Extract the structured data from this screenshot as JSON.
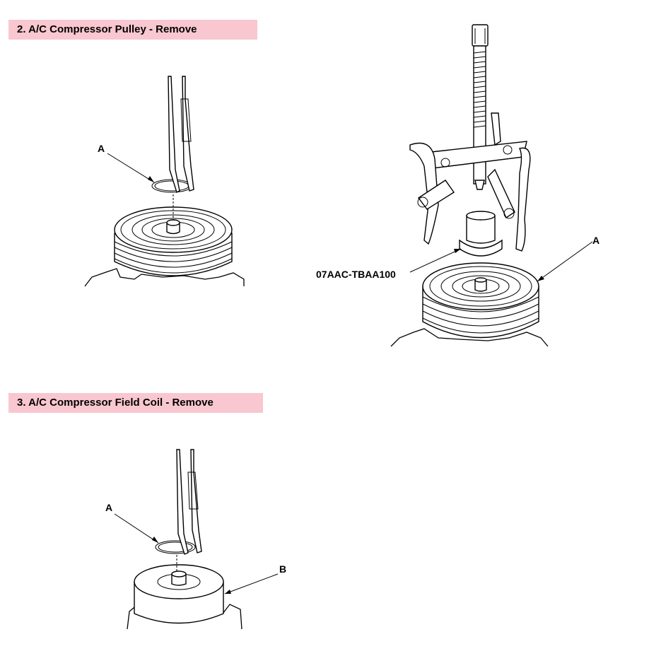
{
  "steps": [
    {
      "title": "2. A/C Compressor Pulley - Remove",
      "figure_left": {
        "callouts": [
          "A"
        ]
      },
      "figure_right": {
        "callouts": [
          "A",
          "07AAC-TBAA100"
        ]
      }
    },
    {
      "title": "3. A/C Compressor Field Coil - Remove",
      "figure": {
        "callouts": [
          "A",
          "B"
        ]
      }
    }
  ],
  "colors": {
    "header_bg": "#f9c7cf",
    "line": "#000000"
  }
}
